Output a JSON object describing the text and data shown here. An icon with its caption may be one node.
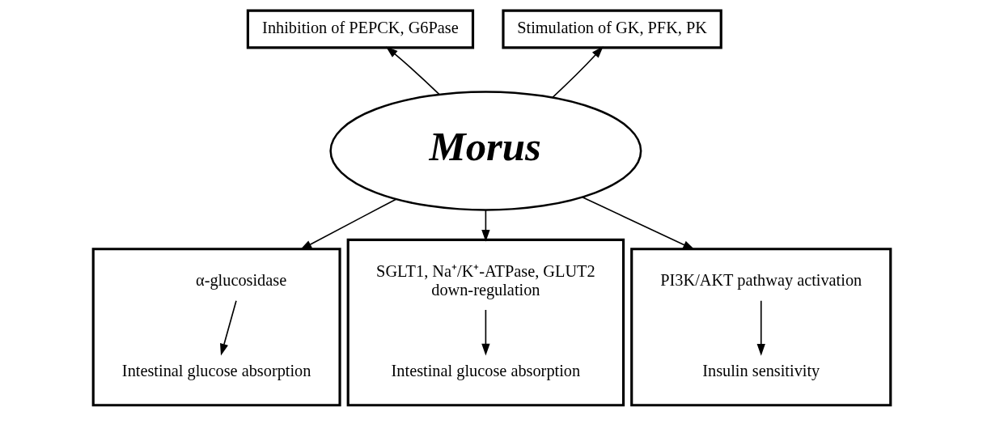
{
  "diagram": {
    "nodes": [
      {
        "text": [
          "Morus"
        ]
      },
      {
        "text": [
          "Inhibition of PEPCK, G6Pase"
        ]
      },
      {
        "text": [
          "Stimulation of GK, PFK, PK"
        ]
      },
      {
        "text": [],
        "shape": "box"
      },
      {
        "text": [
          "α-glucosidase"
        ],
        "in": 3
      },
      {
        "text": [
          "Intestinal glucose absorption"
        ],
        "in": 3
      },
      {
        "text": [],
        "shape": "box"
      },
      {
        "text": [
          "SGLT1, Na⁺/K⁺-ATPase, GLUT2 down-regulation"
        ],
        "in": 6
      },
      {
        "text": [
          "Intestinal glucose absorption"
        ],
        "in": 6
      },
      {
        "text": [],
        "shape": "box"
      },
      {
        "text": [
          "PI3K/AKT pathway activation"
        ],
        "in": 9
      },
      {
        "text": [
          "Insulin sensitivity"
        ],
        "in": 9
      }
    ],
    "edges": [
      {
        "from": 0,
        "to": 1,
        "arrow": "to"
      },
      {
        "from": 0,
        "to": 2,
        "arrow": "to"
      },
      {
        "from": 0,
        "to": 3,
        "arrow": "to"
      },
      {
        "from": 0,
        "to": 6,
        "arrow": "to"
      },
      {
        "from": 0,
        "to": 9,
        "arrow": "to"
      },
      {
        "from": 4,
        "to": 5,
        "arrow": "to"
      },
      {
        "from": 7,
        "to": 8,
        "arrow": "to"
      },
      {
        "from": 10,
        "to": 11,
        "arrow": "to"
      }
    ]
  }
}
